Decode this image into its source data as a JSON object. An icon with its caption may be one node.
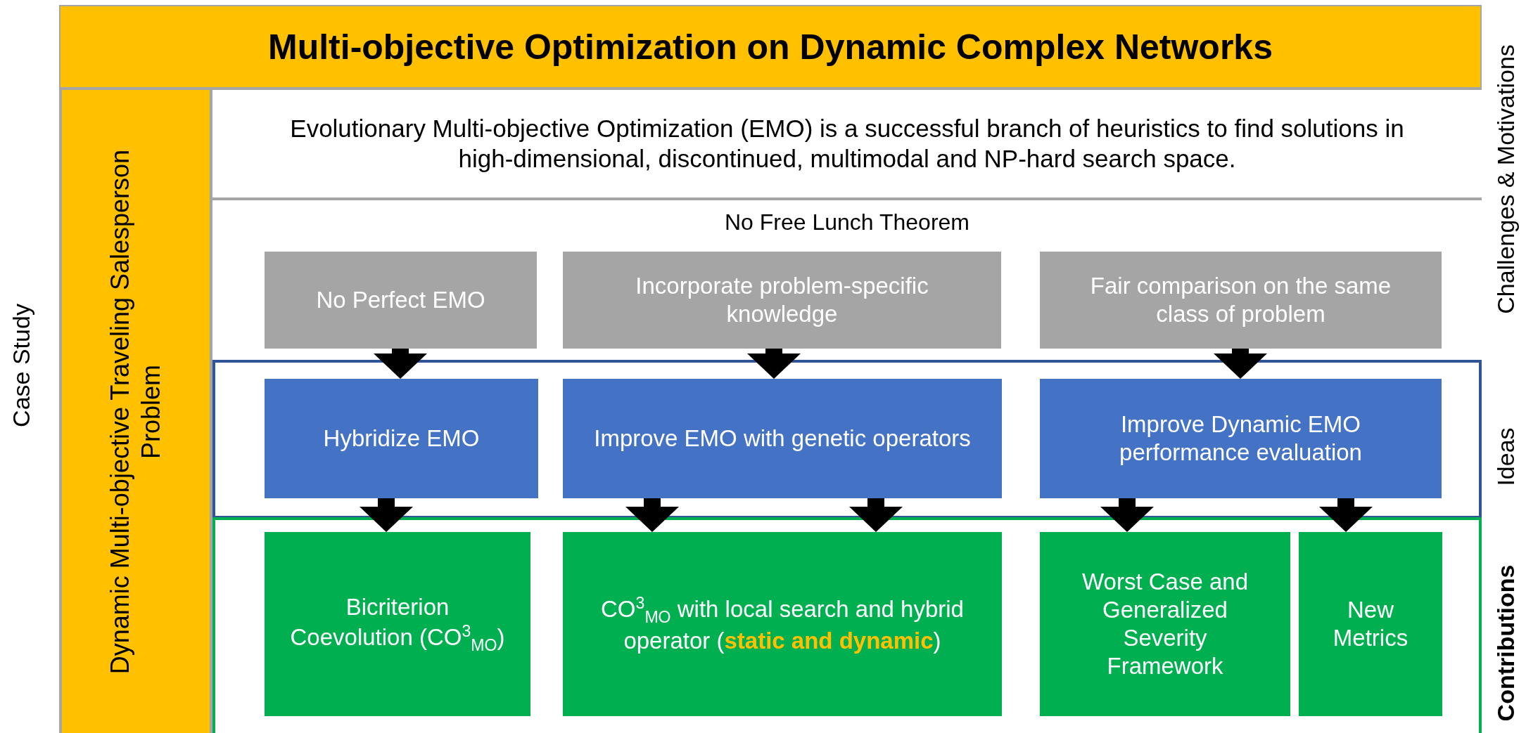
{
  "diagram": {
    "title": "Multi-objective Optimization on Dynamic Complex Networks",
    "nodes": [
      {
        "text": [
          "Dynamic Multi-objective Traveling Salesperson Problem"
        ]
      },
      {
        "text": [
          "Evolutionary Multi-objective Optimization (EMO) is a successful branch of heuristics to find solutions in high-dimensional, discontinued, multimodal and NP-hard search space."
        ]
      },
      {
        "text": [
          "No Free Lunch Theorem"
        ]
      },
      {
        "text": [
          "No Perfect EMO"
        ],
        "in": 2
      },
      {
        "text": [
          "Incorporate problem-specific knowledge"
        ],
        "in": 2
      },
      {
        "text": [
          "Fair comparison on the same class of problem"
        ],
        "in": 2
      },
      {
        "text": [
          "Hybridize EMO"
        ]
      },
      {
        "text": [
          "Improve EMO with genetic operators"
        ]
      },
      {
        "text": [
          "Improve Dynamic EMO performance evaluation"
        ]
      },
      {
        "text": [
          "Bicriterion Coevolution (CO$^{3}$$_{MO}$)"
        ]
      },
      {
        "text": [
          "CO$^{3}$$_{MO}$ with local search and hybrid operator (**static and dynamic**)"
        ]
      },
      {
        "text": [
          "Worst Case and Generalized Severity Framework"
        ]
      },
      {
        "text": [
          "New Metrics"
        ]
      }
    ],
    "edges": [
      {
        "from": 3,
        "to": 6,
        "arrow": "to"
      },
      {
        "from": 4,
        "to": 7,
        "arrow": "to"
      },
      {
        "from": 5,
        "to": 8,
        "arrow": "to"
      },
      {
        "from": 6,
        "to": 9,
        "arrow": "to"
      },
      {
        "from": 7,
        "to": 10,
        "arrow": "to"
      },
      {
        "from": 7,
        "to": 10,
        "arrow": "to"
      },
      {
        "from": 8,
        "to": 11,
        "arrow": "to"
      },
      {
        "from": 8,
        "to": 12,
        "arrow": "to"
      }
    ],
    "labels": [
      "Case Study",
      "Challenges & Motivations",
      "Ideas",
      "Contributions"
    ]
  }
}
